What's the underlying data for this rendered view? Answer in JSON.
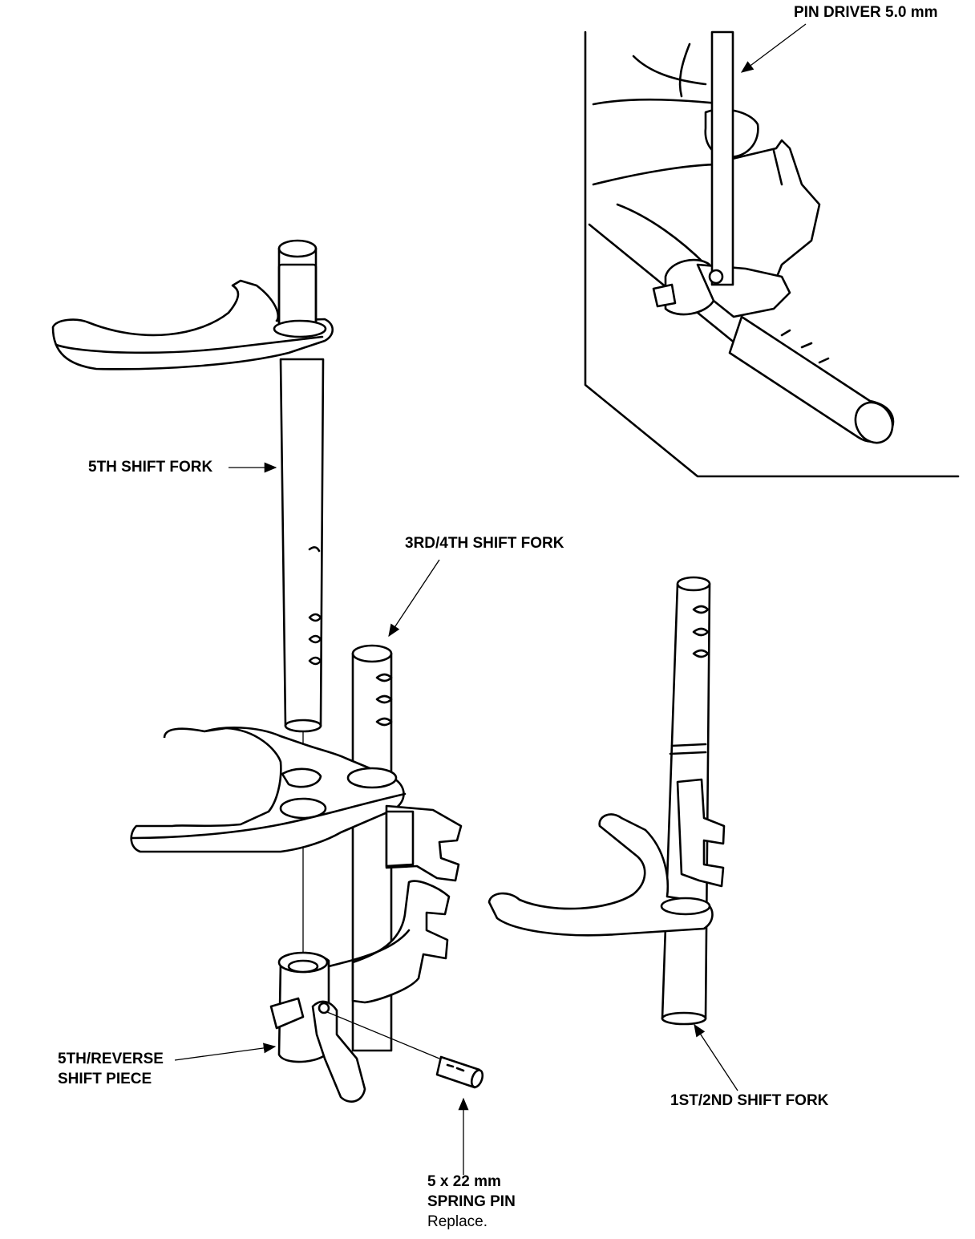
{
  "labels": {
    "pin_driver": "PIN DRIVER 5.0 mm",
    "fifth_shift_fork": "5TH SHIFT FORK",
    "third_fourth_shift_fork": "3RD/4TH SHIFT FORK",
    "fifth_reverse_line1": "5TH/REVERSE",
    "fifth_reverse_line2": "SHIFT PIECE",
    "first_second_shift_fork": "1ST/2ND SHIFT FORK",
    "spring_pin_size": "5 x 22 mm",
    "spring_pin_name": "SPRING PIN",
    "spring_pin_note": "Replace."
  }
}
